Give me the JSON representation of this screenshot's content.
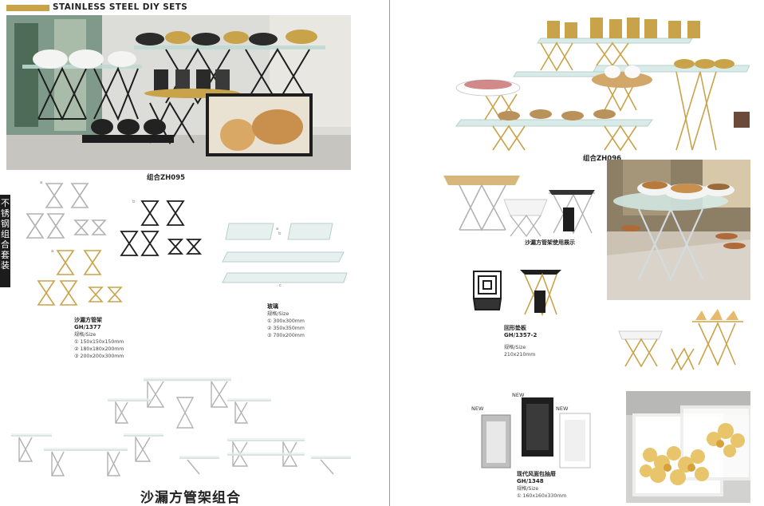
{
  "header": {
    "title": "STAINLESS STEEL DIY SETS"
  },
  "side_tab": {
    "chars": [
      "不",
      "锈",
      "钢",
      "组",
      "合",
      "套",
      "装"
    ]
  },
  "left": {
    "photo_caption": "组合ZH095",
    "frame_set": {
      "name": "沙漏方管架",
      "code": "GH/1377",
      "size_label": "规格/Size",
      "sizes": [
        "① 150x150x150mm",
        "② 180x180x200mm",
        "③ 200x200x300mm"
      ],
      "markers": [
        "a",
        "b",
        "a"
      ]
    },
    "glass": {
      "name": "玻璃",
      "size_label": "规格/Size",
      "sizes": [
        "① 300x300mm",
        "② 350x350mm",
        "③ 700x200mm"
      ],
      "markers": [
        "a",
        "b",
        "c"
      ]
    },
    "bottom_title": "沙漏方管架组合"
  },
  "right": {
    "photo_caption": "组合ZH096",
    "display_caption": "沙漏方管架使用展示",
    "round_plate": {
      "name": "回形垫板",
      "code": "GH/1357-2",
      "size_label": "规格/Size",
      "sizes": [
        "210x210mm"
      ]
    },
    "bread_box": {
      "new_labels": [
        "NEW",
        "NEW",
        "NEW"
      ],
      "name": "现代风面包抽屉",
      "code": "GH/1348",
      "size_label": "规格/Size",
      "sizes": [
        "① 160x160x330mm"
      ]
    }
  },
  "colors": {
    "gold": "#c9a34a",
    "black_frame": "#1e1e1e",
    "grey_frame": "#a8a8a8",
    "glass": "#cfe6e2"
  }
}
